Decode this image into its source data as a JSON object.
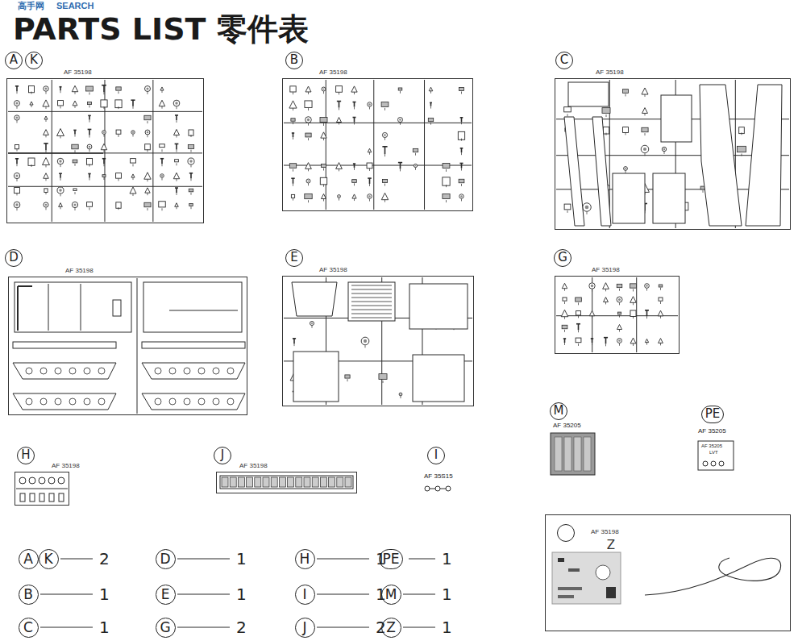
{
  "diagram": {
    "title": "PARTS LIST 零件表",
    "nodes": [
      {
        "text": [
          "A"
        ]
      },
      {
        "text": [
          "K"
        ]
      },
      {
        "text": [
          "AF 35198"
        ]
      },
      {
        "text": [
          "B"
        ]
      },
      {
        "text": [
          "AF 35198"
        ]
      },
      {
        "text": [
          "C"
        ]
      },
      {
        "text": [
          "AF 35198"
        ]
      },
      {
        "text": [
          "D"
        ]
      },
      {
        "text": [
          "AF 35198"
        ]
      },
      {
        "text": [
          "E"
        ]
      },
      {
        "text": [
          "AF 35198"
        ]
      },
      {
        "text": [
          "G"
        ]
      },
      {
        "text": [
          "AF 35198"
        ]
      },
      {
        "text": [
          "H"
        ]
      },
      {
        "text": [
          "AF 35198"
        ]
      },
      {
        "text": [
          "J"
        ]
      },
      {
        "text": [
          "AF 35198"
        ]
      },
      {
        "text": [
          "I"
        ]
      },
      {
        "text": [
          "M"
        ]
      },
      {
        "text": [
          "PE"
        ]
      },
      {
        "text": [
          "AF 35198"
        ]
      },
      {
        "text": [
          "Z"
        ],
        "in": 20
      },
      {
        "text": [
          "A"
        ]
      },
      {
        "text": [
          "K"
        ]
      },
      {
        "text": [
          "D"
        ]
      },
      {
        "text": [
          "H"
        ]
      },
      {
        "text": [
          "PE"
        ]
      },
      {
        "text": [
          "B"
        ]
      },
      {
        "text": [
          "E"
        ]
      },
      {
        "text": [
          "I"
        ]
      },
      {
        "text": [
          "M"
        ]
      },
      {
        "text": [
          "C"
        ]
      },
      {
        "text": [
          "G"
        ]
      },
      {
        "text": [
          "J"
        ]
      },
      {
        "text": [
          "Z"
        ]
      }
    ],
    "labels": [
      "高手网",
      "SEARCH",
      "AF 35S15",
      "AF 35205",
      "AF 35205",
      "AF 35205",
      "LVT",
      "2",
      "1",
      "1",
      "1",
      "1",
      "1",
      "1",
      "1",
      "1",
      "2",
      "2",
      "1"
    ]
  }
}
